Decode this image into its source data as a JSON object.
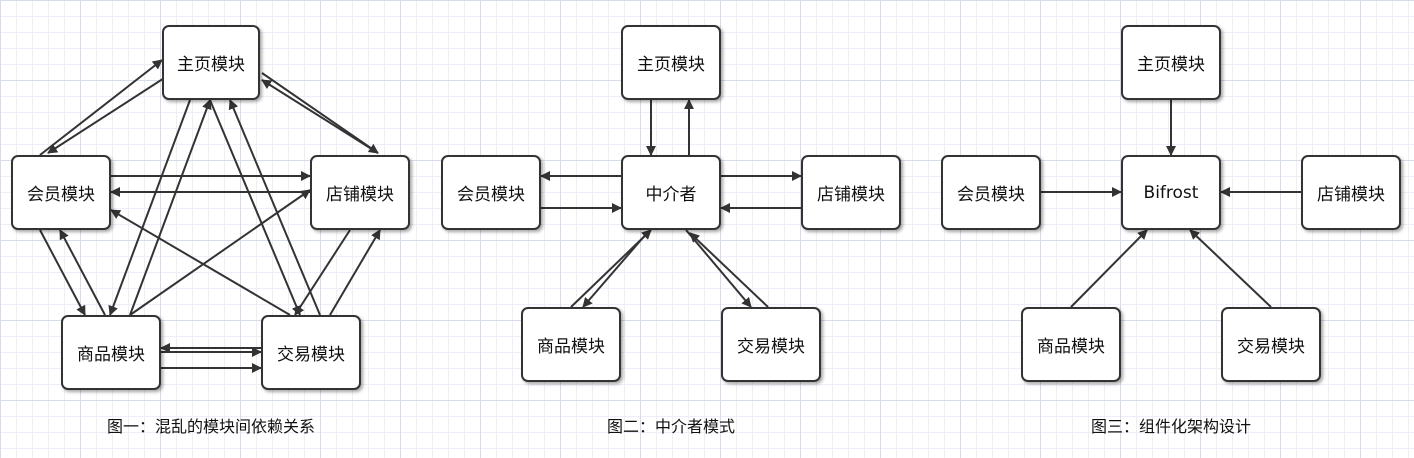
{
  "diagram1": {
    "nodes": {
      "home": "主页模块",
      "member": "会员模块",
      "shop": "店铺模块",
      "goods": "商品模块",
      "trade": "交易模块"
    },
    "caption": "图一：混乱的模块间依赖关系"
  },
  "diagram2": {
    "nodes": {
      "home": "主页模块",
      "member": "会员模块",
      "mediator": "中介者",
      "shop": "店铺模块",
      "goods": "商品模块",
      "trade": "交易模块"
    },
    "caption": "图二：中介者模式"
  },
  "diagram3": {
    "nodes": {
      "home": "主页模块",
      "member": "会员模块",
      "bifrost": "Bifrost",
      "shop": "店铺模块",
      "goods": "商品模块",
      "trade": "交易模块"
    },
    "caption": "图三：组件化架构设计"
  }
}
